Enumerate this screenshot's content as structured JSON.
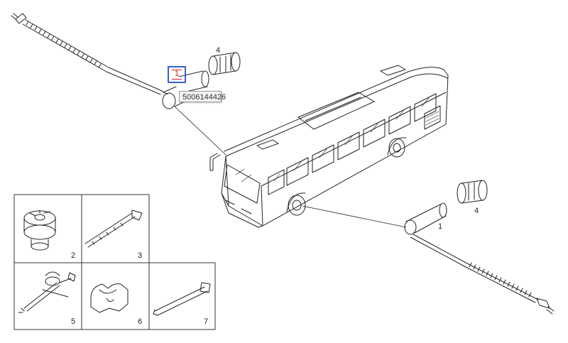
{
  "callouts": {
    "top_sensor": "1",
    "top_cap": "4",
    "right_sensor": "1",
    "right_cap": "4"
  },
  "hotspot": {
    "label": "1"
  },
  "tooltip": {
    "part_number": "5006144426"
  },
  "inset": {
    "items": [
      {
        "number": "2"
      },
      {
        "number": "3"
      },
      {
        "number": "5"
      },
      {
        "number": "6"
      },
      {
        "number": "7"
      }
    ]
  },
  "colors": {
    "hotspot_border": "#3a5fd0",
    "hotspot_text": "#cc1f1f",
    "line": "#222222"
  }
}
